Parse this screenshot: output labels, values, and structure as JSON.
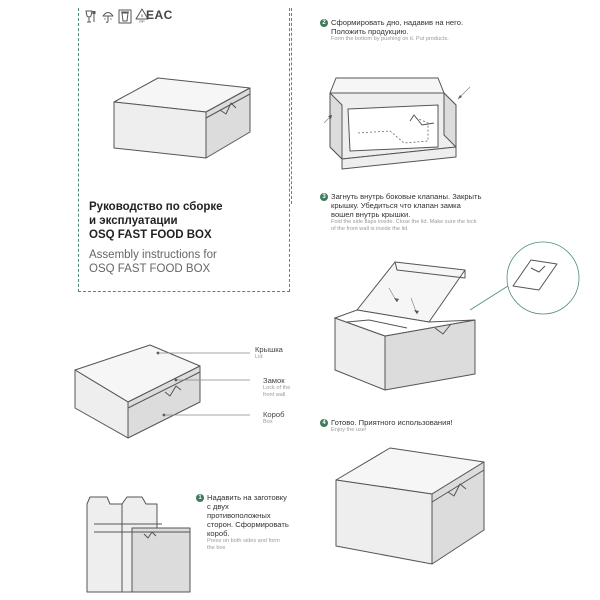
{
  "header": {
    "icons": [
      "wine-glass-fork-icon",
      "umbrella-icon",
      "recycle-bin-icon",
      "recycle-triangle-icon"
    ],
    "recycle_code": "PP",
    "cert_mark": "EAC"
  },
  "title": {
    "ru_line1": "Руководство по сборке",
    "ru_line2": "и эксплуатации",
    "ru_line3": "OSQ FAST FOOD BOX",
    "en_line1": "Assembly instructions for",
    "en_line2": "OSQ FAST FOOD BOX"
  },
  "parts": {
    "lid": {
      "ru": "Крышка",
      "en": "Lid"
    },
    "lock": {
      "ru": "Замок",
      "en_line1": "Lock of the",
      "en_line2": "front wall"
    },
    "box": {
      "ru": "Короб",
      "en": "Box"
    }
  },
  "steps": [
    {
      "num": "1",
      "ru_lines": [
        "Надавить на заготовку",
        "с двух",
        "противоположных",
        "сторон. Сформировать",
        "короб."
      ],
      "en_lines": [
        "Press on both sides and form",
        "the box"
      ]
    },
    {
      "num": "2",
      "ru_lines": [
        "Сформировать дно, надавив на него.",
        "Положить продукцию."
      ],
      "en_lines": [
        "Form the bottom by pushing on it. Put products."
      ]
    },
    {
      "num": "3",
      "ru_lines": [
        "Загнуть внутрь боковые клапаны. Закрыть",
        "крышку. Убедиться что клапан замка",
        "вошел внутрь крышки."
      ],
      "en_lines": [
        "Fold the side flaps inside. Close the lid. Make sure the lock",
        "of the front wall is inside the lid."
      ]
    },
    {
      "num": "4",
      "ru_lines": [
        "Готово. Приятного использования!"
      ],
      "en_lines": [
        "Enjoy the use!"
      ]
    }
  ],
  "colors": {
    "accent": "#4e8f72",
    "line": "#555555"
  }
}
